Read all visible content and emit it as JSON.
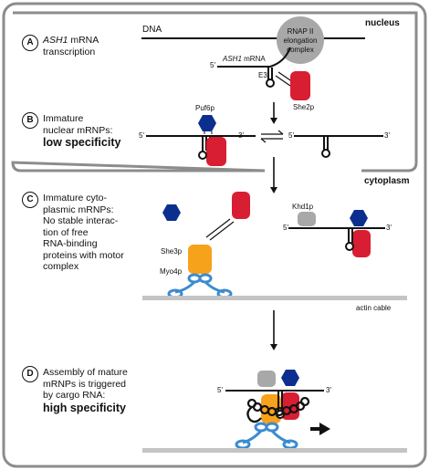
{
  "colors": {
    "protein_red": "#d81e32",
    "protein_blue": "#0c2f8f",
    "protein_orange": "#f7a21b",
    "protein_gray": "#a8a8a8",
    "myo_blue": "#3b8bd0",
    "frame_gray": "#8c8c8c"
  },
  "compartments": {
    "nucleus": "nucleus",
    "cytoplasm": "cytoplasm"
  },
  "labels": {
    "dna": "DNA",
    "rnap": [
      "RNAP II",
      "elongation",
      "complex"
    ],
    "ash1_gene": "ASH1",
    "mrna_word": " mRNA",
    "e3": "E3",
    "she2p": "She2p",
    "puf6p": "Puf6p",
    "khd1p": "Khd1p",
    "she3p": "She3p",
    "myo4p": "Myo4p",
    "actin_cable": "actin cable",
    "five_prime": "5'",
    "three_prime": "3'"
  },
  "steps": {
    "A": {
      "letter": "A",
      "gene": "ASH1",
      "rest": " mRNA",
      "line2": "transcription"
    },
    "B": {
      "letter": "B",
      "line1": "Immature",
      "line2": "nuclear mRNPs:",
      "bold": "low specificity"
    },
    "C": {
      "letter": "C",
      "lines": [
        "Immature cyto-",
        "plasmic mRNPs:",
        "No stable interac-",
        "tion of free",
        "RNA-binding",
        "proteins with motor",
        "complex"
      ]
    },
    "D": {
      "letter": "D",
      "line1": "Assembly of mature",
      "line2": "mRNPs is triggered",
      "line3": "by cargo RNA:",
      "bold": "high specificity"
    }
  }
}
